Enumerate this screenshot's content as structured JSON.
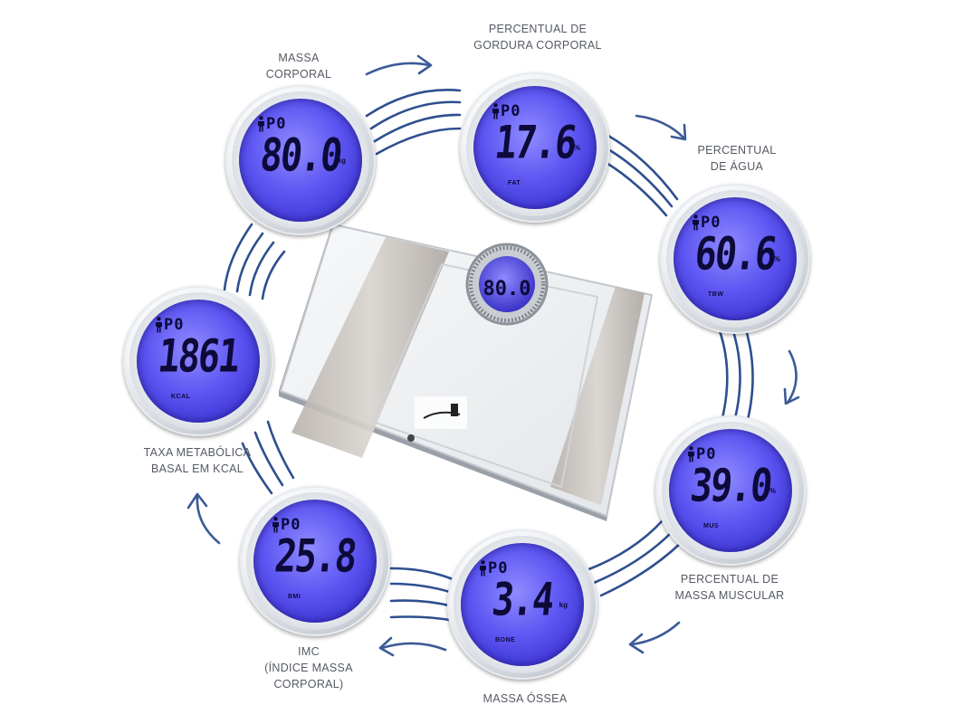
{
  "colors": {
    "arc": "#2e4f8f",
    "arrow": "#3b5a97",
    "lcd": "#5d56f2",
    "label_text": "#555a63"
  },
  "icons": {
    "person": "person-icon",
    "arrow": "curved-arrow-icon"
  },
  "center_scale": {
    "display_value": "80.0"
  },
  "dials": [
    {
      "id": "massa-corporal",
      "label": [
        "MASSA",
        "CORPORAL"
      ],
      "user": "P0",
      "value": "80.0",
      "unit": "kg",
      "tag": ""
    },
    {
      "id": "gordura",
      "label": [
        "PERCENTUAL DE",
        "GORDURA CORPORAL"
      ],
      "user": "P0",
      "value": "17.6",
      "unit": "%",
      "tag": "FAT"
    },
    {
      "id": "agua",
      "label": [
        "PERCENTUAL",
        "DE ÁGUA"
      ],
      "user": "P0",
      "value": "60.6",
      "unit": "%",
      "tag": "TBW"
    },
    {
      "id": "muscular",
      "label": [
        "PERCENTUAL DE",
        "MASSA MUSCULAR"
      ],
      "user": "P0",
      "value": "39.0",
      "unit": "%",
      "tag": "MUS"
    },
    {
      "id": "ossea",
      "label": [
        "MASSA ÓSSEA"
      ],
      "user": "P0",
      "value": "3.4",
      "unit": "kg",
      "tag": "BONE"
    },
    {
      "id": "imc",
      "label": [
        "IMC",
        "(ÍNDICE MASSA",
        "CORPORAL)"
      ],
      "user": "P0",
      "value": "25.8",
      "unit": "",
      "tag": "BMI"
    },
    {
      "id": "metabolica",
      "label": [
        "TAXA METABÓLICA",
        "BASAL EM KCAL"
      ],
      "user": "P0",
      "value": "1861",
      "unit": "",
      "tag": "KCAL"
    }
  ]
}
